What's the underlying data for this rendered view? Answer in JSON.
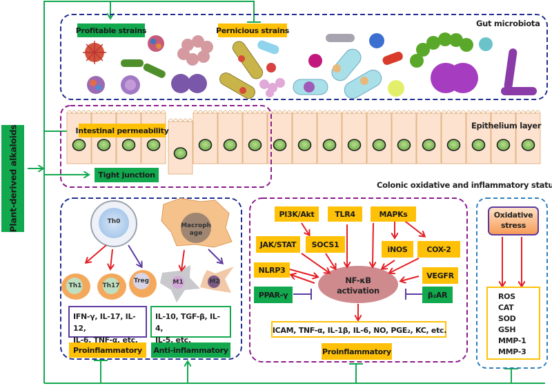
{
  "figure": {
    "source_label": "Plant-derived alkaloids",
    "gut_microbiota": {
      "title": "Gut microbiota",
      "profitable": "Profitable strains",
      "pernicious": "Pernicious strains"
    },
    "epithelium": {
      "title": "Epithelium layer",
      "permeability": "Intestinal permeability",
      "tight_junction": "Tight junction"
    },
    "colonic_status": "Colonic oxidative and inflammatory status",
    "immune": {
      "th0": "Th0",
      "macrophage": "Macroph age",
      "th1": "Th1",
      "th17": "Th17",
      "treg": "Treg",
      "m1": "M1",
      "m2": "M2",
      "pro_cytokines_line1": "IFN-γ, IL-17, IL-12,",
      "pro_cytokines_line2": "IL-6, TNF-α, etc.",
      "anti_cytokines_line1": "IL-10, TGF-β, IL-4,",
      "anti_cytokines_line2": "IL-5, etc.",
      "proinflammatory": "Proinflammatory",
      "anti_inflammatory": "Anti-inflammatory"
    },
    "nfkb": {
      "pi3k": "PI3K/Akt",
      "tlr4": "TLR4",
      "mapks": "MAPKs",
      "jakstat": "JAK/STAT",
      "socs1": "SOCS1",
      "inos": "iNOS",
      "cox2": "COX-2",
      "nlrp3": "NLRP3",
      "vegfr": "VEGFR",
      "ppar": "PPAR-γ",
      "b2ar": "β₂AR",
      "center_line1": "NF-κB",
      "center_line2": "activation",
      "mediators": "ICAM, TNF-α, IL-1β, IL-6, NO, PGE₂, KC, etc.",
      "proinflammatory": "Proinflammatory"
    },
    "oxidative": {
      "title_line1": "Oxidative",
      "title_line2": "stress",
      "markers": [
        "ROS",
        "CAT",
        "SOD",
        "GSH",
        "MMP-1",
        "MMP-3"
      ]
    },
    "colors": {
      "green": "#11a84e",
      "orange": "#ffc107",
      "red_arrow": "#e31e24",
      "purple": "#5b3a9e",
      "blue_dash": "#1f2d8f",
      "magenta_dash": "#8b1a8b"
    }
  }
}
